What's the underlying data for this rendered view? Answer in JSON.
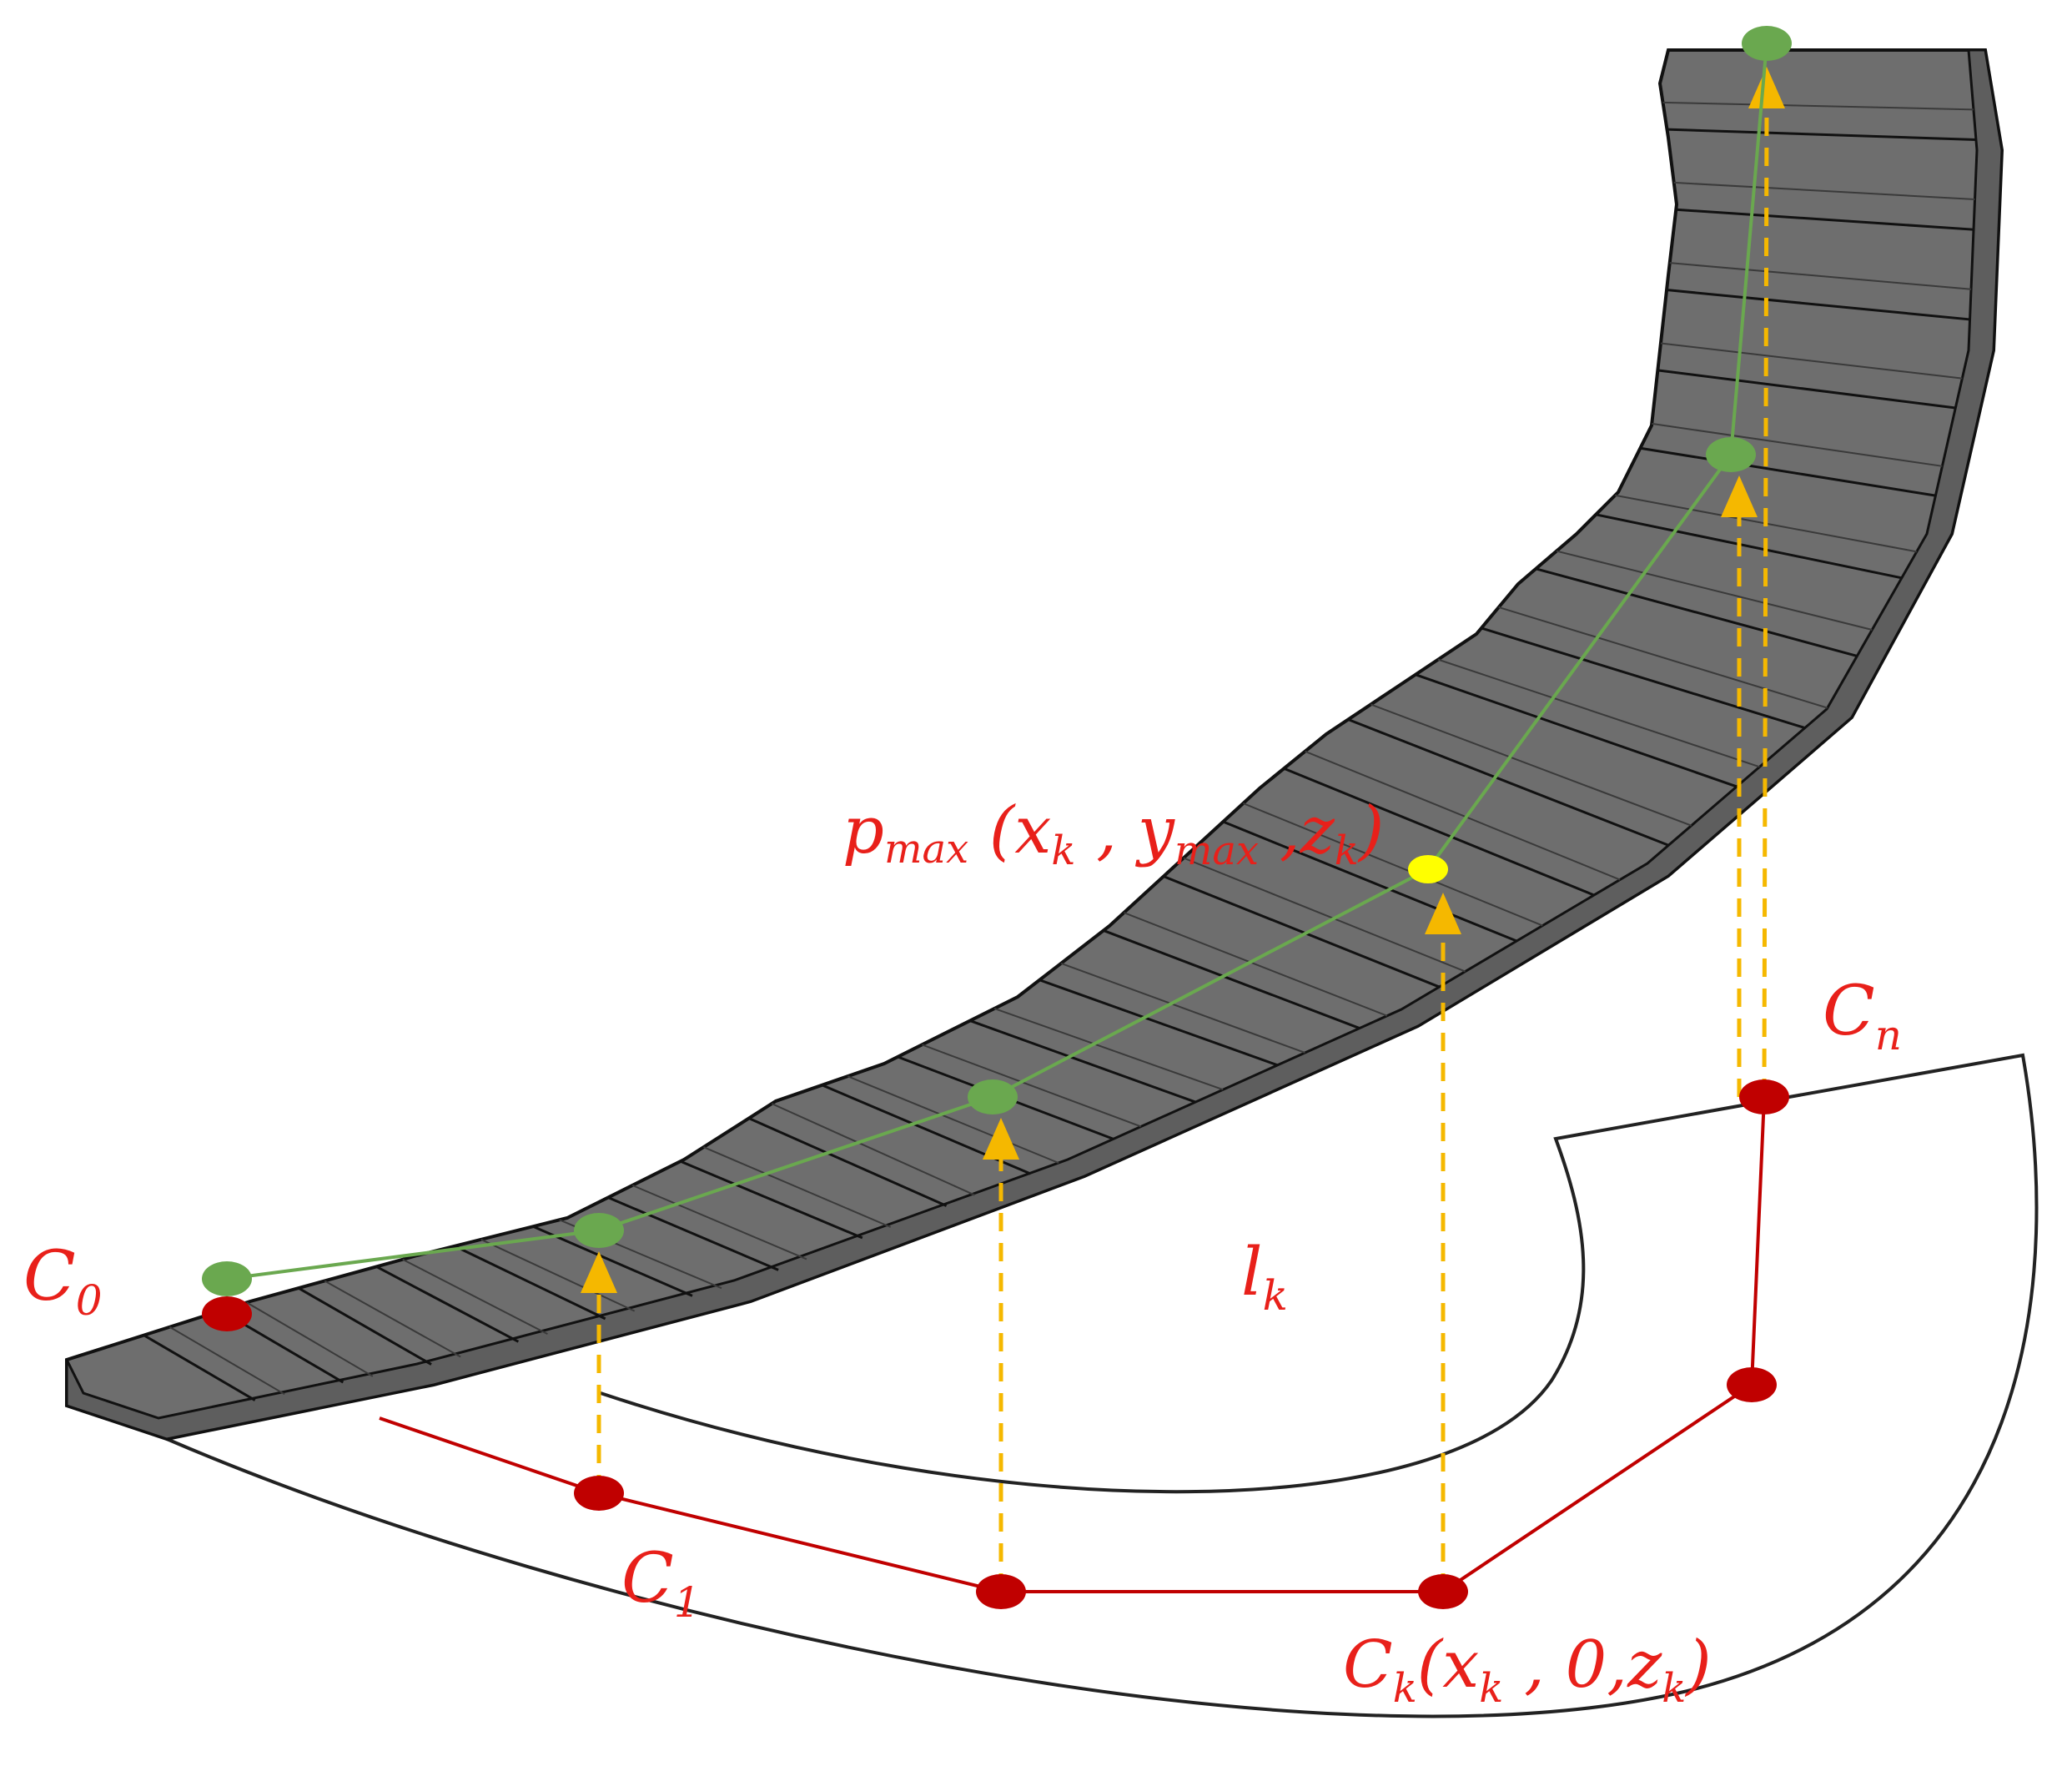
{
  "diagram": {
    "labels": {
      "c0": "C",
      "c0_sub": "0",
      "c1": "C",
      "c1_sub": "1",
      "ck": "C",
      "ck_sub": "k",
      "ck_coords": "(x",
      "ck_coords_sub": "k",
      "ck_coords_rest": " , 0,z",
      "ck_coords_sub2": "k",
      "ck_close": ")",
      "cn": "C",
      "cn_sub": "n",
      "lk": "l",
      "lk_sub": "k",
      "pmax": "p",
      "pmax_sub": "max",
      "pmax_open": " (x",
      "pmax_sub_k": "k",
      "pmax_y": " , y",
      "pmax_sub_max": "max",
      "pmax_z": " ,z",
      "pmax_sub_k2": "k",
      "pmax_close": ")"
    },
    "colors": {
      "stair_fill": "#6e6e6e",
      "stair_edge": "#111111",
      "path_green": "#6aa84f",
      "dot_green": "#6aa84f",
      "dot_red": "#c00000",
      "dot_yellow": "#ffff00",
      "arrow_orange": "#f5b800",
      "label_red": "#e8201a",
      "outline": "#222222"
    }
  }
}
